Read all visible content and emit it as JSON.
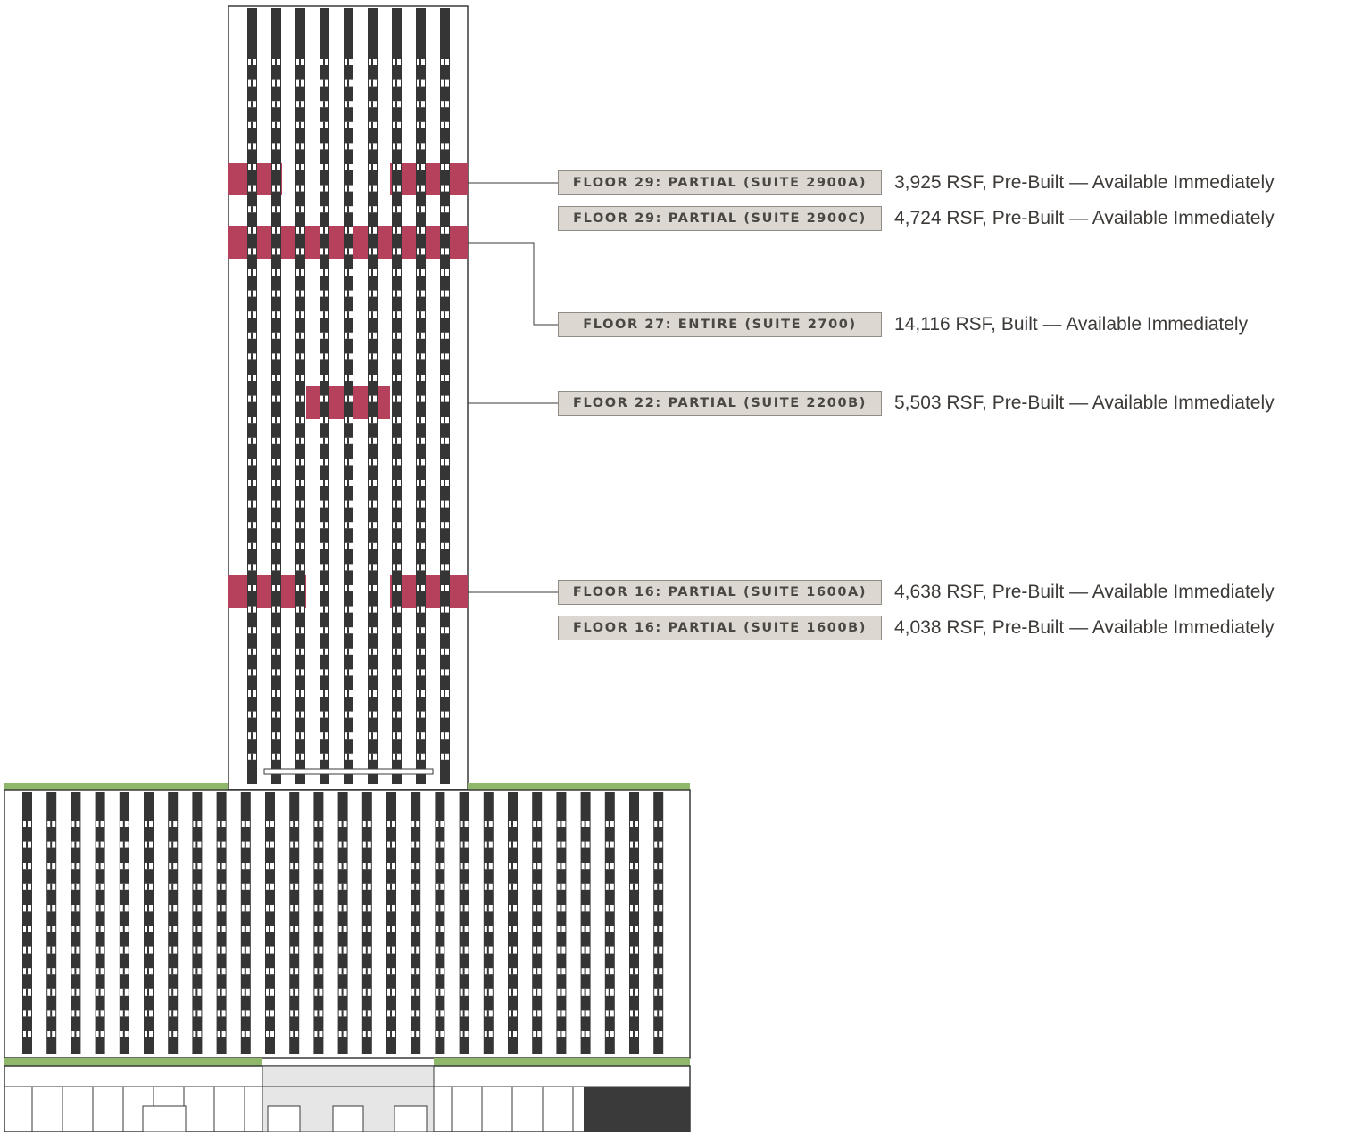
{
  "colors": {
    "mullion": "#353535",
    "vacancy_highlight": "#b6415c",
    "setback_green": "#8fb86a",
    "label_bg": "#dcd8d1",
    "outline": "#3a3a3a"
  },
  "listings": [
    {
      "id": "f29a",
      "floor": 29,
      "label": "FLOOR 29: PARTIAL (SUITE 2900A)",
      "desc": "3,925 RSF, Pre-Built — Available Immediately"
    },
    {
      "id": "f29c",
      "floor": 29,
      "label": "FLOOR 29: PARTIAL (SUITE 2900C)",
      "desc": "4,724 RSF, Pre-Built — Available Immediately"
    },
    {
      "id": "f27",
      "floor": 27,
      "label": "FLOOR 27: ENTIRE (SUITE 2700)",
      "desc": "14,116 RSF, Built — Available Immediately"
    },
    {
      "id": "f22b",
      "floor": 22,
      "label": "FLOOR 22: PARTIAL (SUITE 2200B)",
      "desc": "5,503 RSF, Pre-Built — Available Immediately"
    },
    {
      "id": "f16a",
      "floor": 16,
      "label": "FLOOR 16: PARTIAL (SUITE 1600A)",
      "desc": "4,638 RSF, Pre-Built  — Available Immediately"
    },
    {
      "id": "f16b",
      "floor": 16,
      "label": "FLOOR 16: PARTIAL (SUITE 1600B)",
      "desc": "4,038 RSF, Pre-Built  — Available Immediately"
    }
  ]
}
